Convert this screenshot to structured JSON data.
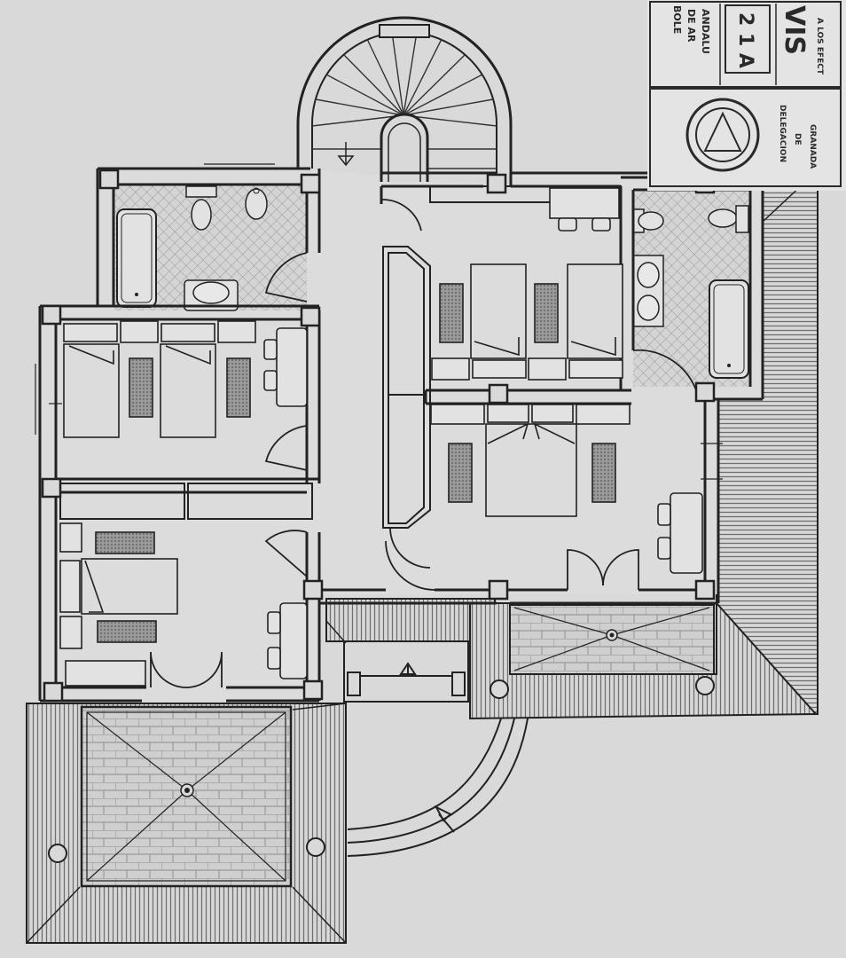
{
  "colors": {
    "paper": "#d9d9d9",
    "ink": "#1e1e1e",
    "wall": "#2b2b2b",
    "hatch": "#777777",
    "stamp_ink": "#2a2a2a"
  },
  "stamp": {
    "line1": "BOLE",
    "line2": "DE AR",
    "line3": "ANDALU",
    "date": "2 1 A",
    "visa_word": "VIS",
    "visa_sub": "A LOS EFECT",
    "college_line1": "DELEGACION",
    "college_line2": "DE",
    "college_line3": "GRANADA"
  },
  "icons": {
    "stair_arrow": "arrow-down-icon",
    "entry_arrow": "arrow-up-icon",
    "path_arrow": "arrow-up-right-icon",
    "roof_apex": "circle-dot-icon",
    "column": "circle-icon"
  }
}
